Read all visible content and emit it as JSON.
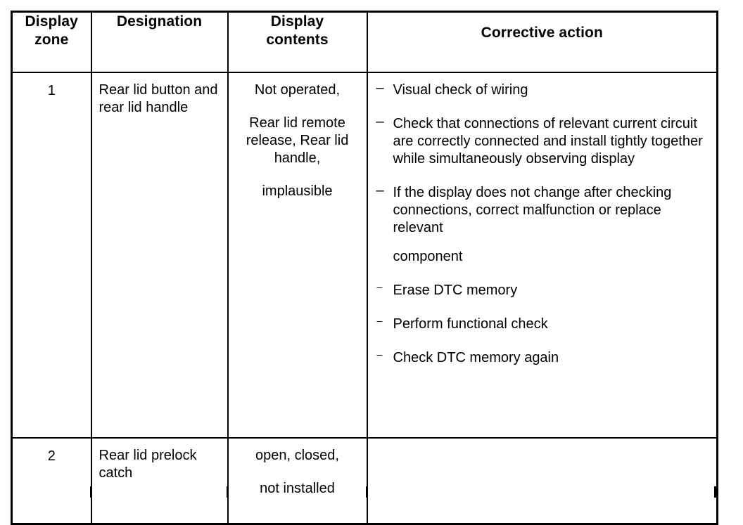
{
  "table": {
    "headers": [
      {
        "id": "display-zone",
        "label": "Display\nzone"
      },
      {
        "id": "designation",
        "label": "Designation"
      },
      {
        "id": "display-contents",
        "label": "Display\ncontents"
      },
      {
        "id": "corrective-action",
        "label": "Corrective action"
      }
    ],
    "rows": [
      {
        "zone": "1",
        "designation": "Rear lid button and rear lid handle",
        "display_contents": {
          "line_1": "Not operated,",
          "line_2": "Rear lid remote release, Rear lid handle,",
          "line_3": "implausible"
        },
        "corrective_actions": [
          {
            "marker": "dash",
            "marker_glyph": "–",
            "marker_size": "normal",
            "text": "Visual check of wiring",
            "extra": ""
          },
          {
            "marker": "dash",
            "marker_glyph": "–",
            "marker_size": "normal",
            "text": "Check that connections of relevant current circuit are correctly connected and install tightly together while simultaneously observing display",
            "extra": ""
          },
          {
            "marker": "dash",
            "marker_glyph": "–",
            "marker_size": "normal",
            "text": "If the display does not change after checking connections, correct malfunction or replace relevant",
            "extra": "component"
          },
          {
            "marker": "dash",
            "marker_glyph": "–",
            "marker_size": "small",
            "text": "Erase DTC memory",
            "extra": ""
          },
          {
            "marker": "dash",
            "marker_glyph": "–",
            "marker_size": "small",
            "text": "Perform functional check",
            "extra": ""
          },
          {
            "marker": "dash",
            "marker_glyph": "–",
            "marker_size": "small",
            "text": "Check DTC memory again",
            "extra": ""
          }
        ]
      },
      {
        "zone": "2",
        "designation": "Rear lid prelock catch",
        "display_contents": {
          "line_1": "open, closed,",
          "line_2": "not installed",
          "line_3": ""
        },
        "corrective_actions": []
      }
    ]
  },
  "colors": {
    "border": "#000000",
    "text": "#000000",
    "background": "#ffffff"
  }
}
